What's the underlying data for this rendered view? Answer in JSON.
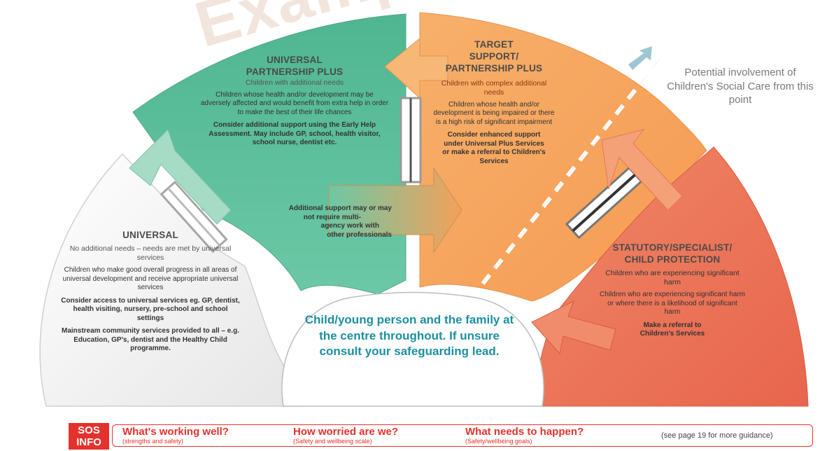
{
  "watermark": "Example",
  "universal": {
    "heading": "UNIVERSAL",
    "subtitle": "No additional needs – needs are met by universal services",
    "para1": "Children who make good overall progress in all areas of universal development and receive appropriate universal services",
    "para2": "Consider access to universal services eg. GP, dentist, health visiting, nursery, pre-school and school settings",
    "para3": "Mainstream community services provided to all – e.g. Education, GP's, dentist and the Healthy Child programme."
  },
  "universal_plus": {
    "heading_line1": "UNIVERSAL",
    "heading_line2": "PARTNERSHIP PLUS",
    "subtitle": "Children with additional needs",
    "para1": "Children whose health and/or development may be adversely affected and would benefit from extra help in order to make the best of their life chances",
    "para2": "Consider additional support using the Early Help Assessment. May include GP, school, health visitor, school nurse, dentist etc.",
    "para3_line1": "Additional support may or may",
    "para3_line2": "not require multi-",
    "para3_line3": "agency work with",
    "para3_line4": "other professionals"
  },
  "target": {
    "heading_line1": "TARGET",
    "heading_line2": "SUPPORT/",
    "heading_line3": "PARTNERSHIP PLUS",
    "subtitle": "Children with complex additional needs",
    "para1": "Children whose health and/or development is being impaired or there is a high risk of significant impairment",
    "para2": "Consider enhanced support under Universal Plus Services or make a referral to Children's Services"
  },
  "statutory": {
    "heading_line1": "STATUTORY/SPECIALIST/",
    "heading_line2": "CHILD PROTECTION",
    "subtitle": "Children who are experiencing significant harm",
    "para1": "Children who are experiencing significant harm or where there is a likelihood of significant harm",
    "para2": "Make a referral to Children's Services"
  },
  "center": {
    "text": "Child/young person and the family at the centre throughout. If unsure consult your safeguarding lead."
  },
  "potential_note": "Potential involvement of Children's Social Care from this point",
  "footer": {
    "sos_line1": "SOS",
    "sos_line2": "INFO",
    "items": [
      {
        "title": "What's working well?",
        "sub": "(strengths and safety)"
      },
      {
        "title": "How worried are we?",
        "sub": "(Safety and wellbeing scale)"
      },
      {
        "title": "What needs to happen?",
        "sub": "(Safety/wellbeing goals)"
      }
    ],
    "note": "(see page 19 for more guidance)"
  },
  "colors": {
    "universal": "#f2f2f2",
    "universal_plus": "#5fbf9f",
    "target": "#f6a55f",
    "statutory": "#ec7659",
    "center_text": "#1d8fa0",
    "footer_red": "#e4312c"
  }
}
